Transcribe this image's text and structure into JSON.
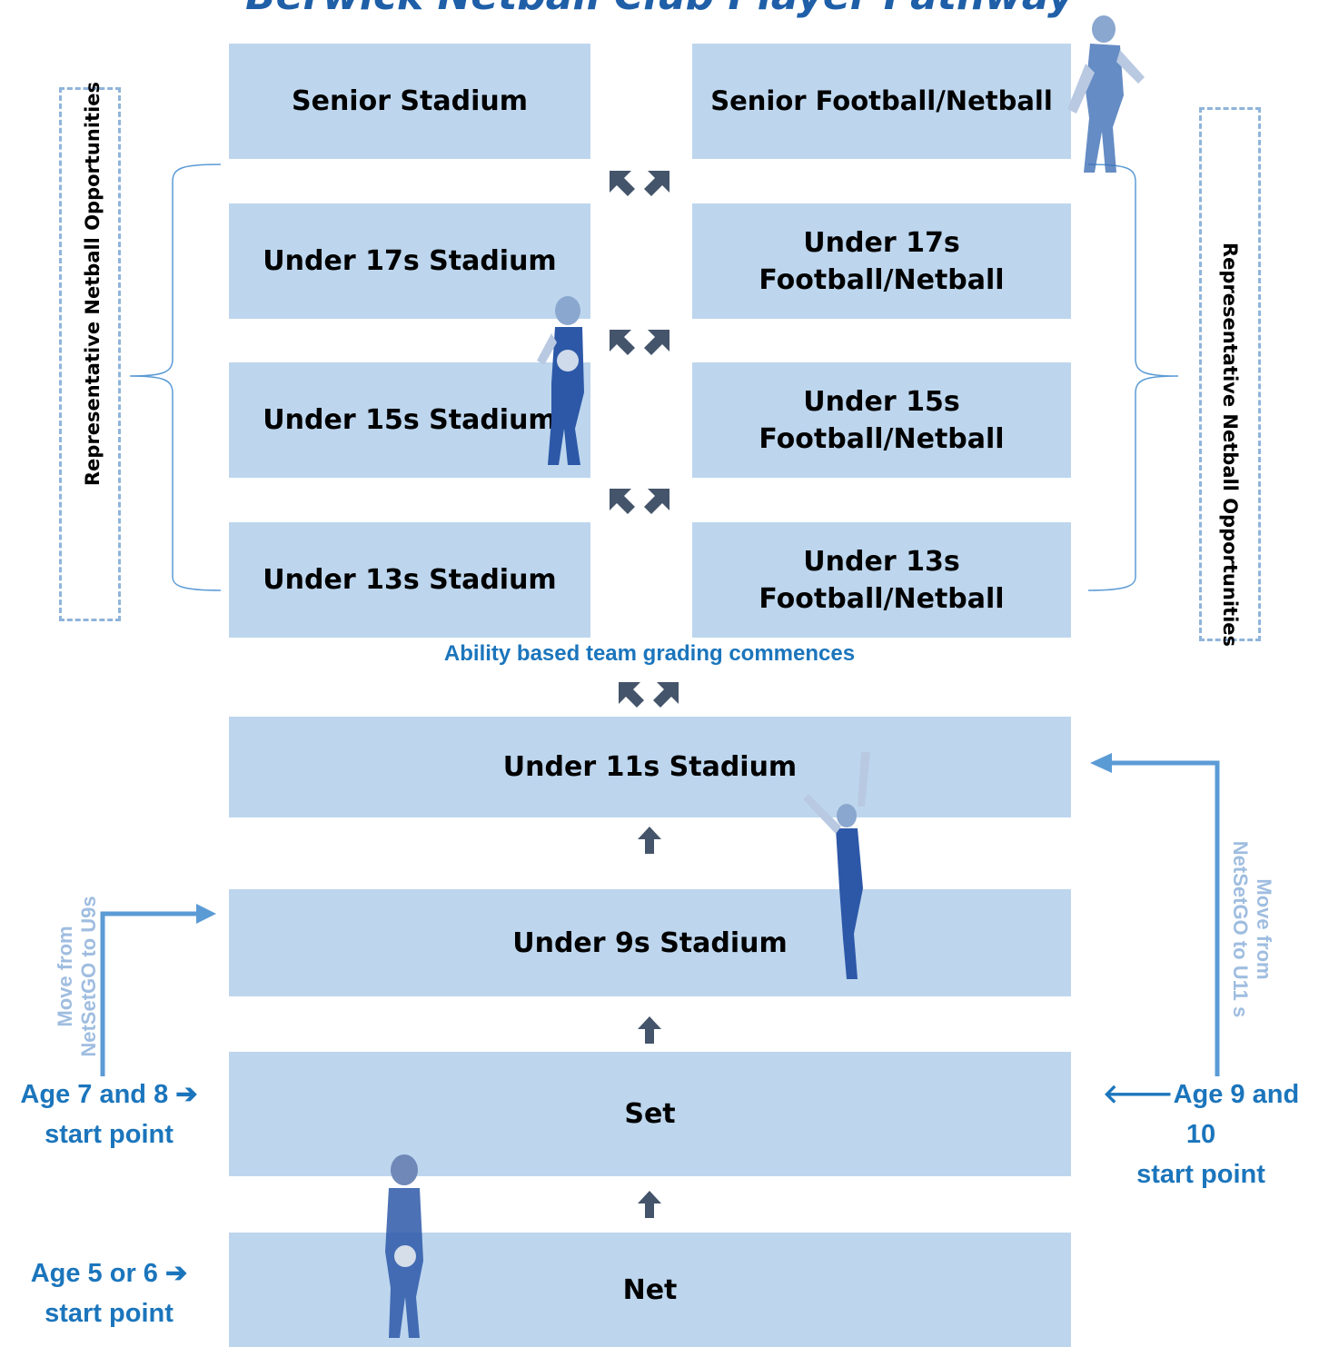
{
  "title": "Berwick Netball Club Player Pathway",
  "stages": {
    "senior_stadium": "Senior Stadium",
    "senior_fn": "Senior Football/Netball",
    "u17_stadium": "Under 17s Stadium",
    "u17_fn": "Under 17s\nFootball/Netball",
    "u15_stadium": "Under 15s Stadium",
    "u15_fn": "Under 15s\nFootball/Netball",
    "u13_stadium": "Under 13s Stadium",
    "u13_fn": "Under 13s\nFootball/Netball",
    "u11_stadium": "Under 11s Stadium",
    "u9_stadium": "Under 9s Stadium",
    "set": "Set",
    "net": "Net"
  },
  "grading_note": "Ability based team grading commences",
  "representative_left": "Representative Netball Opportunities",
  "representative_right": "Representative Netball Opportunities",
  "move_left": "Move from\nNetSetGO to U9s",
  "move_right": "Move from\nNetSetGO to U11 s",
  "start_points": {
    "age_7_8": "Age 7 and 8 ➔\nstart point",
    "age_9_10": "🡐Age 9 and 10\nstart point",
    "age_5_6": "Age 5 or 6 ➔\nstart point"
  },
  "colors": {
    "box_fill": "#bdd6ee",
    "accent_blue": "#1b75bc",
    "arrow_dark": "#44546a",
    "connector_blue": "#5b9bd5",
    "dashed_border": "#8fb4dc"
  },
  "icons": {
    "double_arrow": "diagonal-double-arrow-icon",
    "up_arrow": "up-arrow-icon"
  }
}
